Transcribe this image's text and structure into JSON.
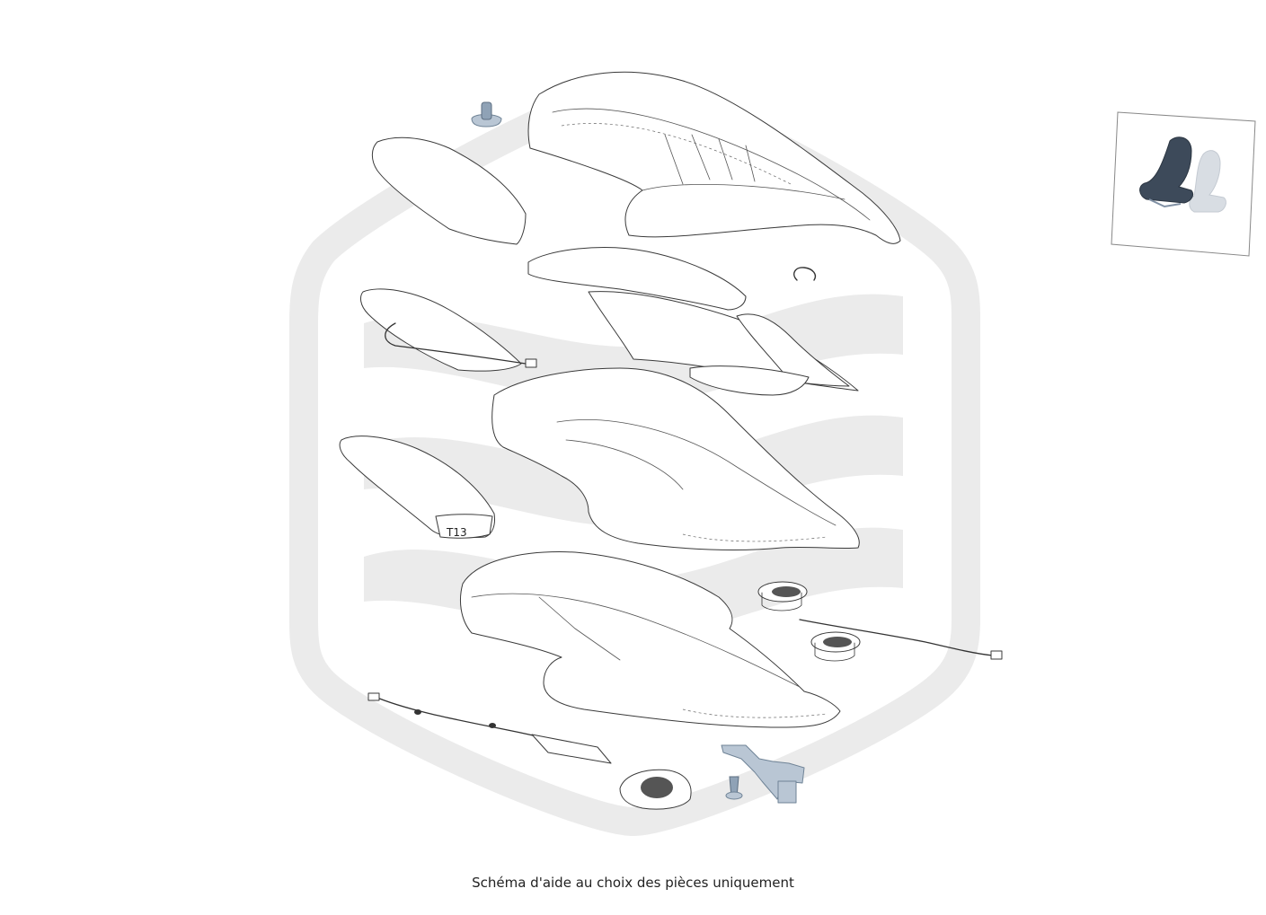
{
  "caption": "Schéma d'aide au choix des pièces uniquement",
  "parts": {
    "cushion_label": "T13"
  },
  "thumbnail": {
    "icon": "seat-selector-thumbnail"
  },
  "colors": {
    "hardware": "#b9c6d4",
    "watermark": "#ebebeb",
    "seat_dark": "#3d4a5a",
    "seat_light": "#d8dde3"
  }
}
